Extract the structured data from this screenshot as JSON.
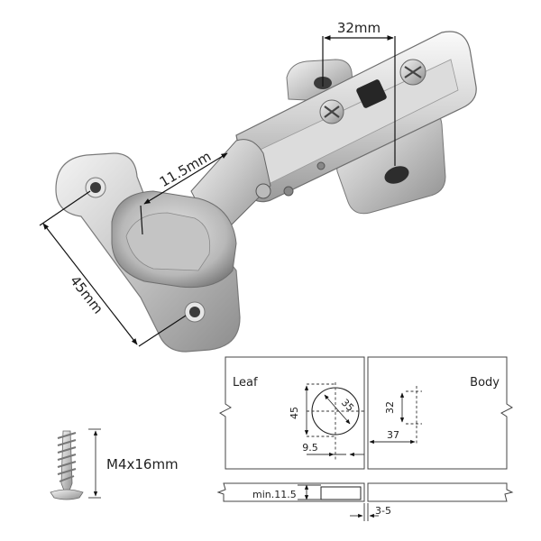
{
  "hinge": {
    "dim_cup_to_arm": "32mm",
    "dim_offset": "11.5mm",
    "dim_plate_height": "45mm"
  },
  "screw": {
    "label": "M4x16mm"
  },
  "drawing": {
    "leaf_label": "Leaf",
    "body_label": "Body",
    "cup_height": "45",
    "cup_diameter": "35",
    "edge_distance": "9.5",
    "body_hole_spacing": "32",
    "body_setback": "37",
    "min_thickness": "min.11.5",
    "gap": "3-5"
  }
}
